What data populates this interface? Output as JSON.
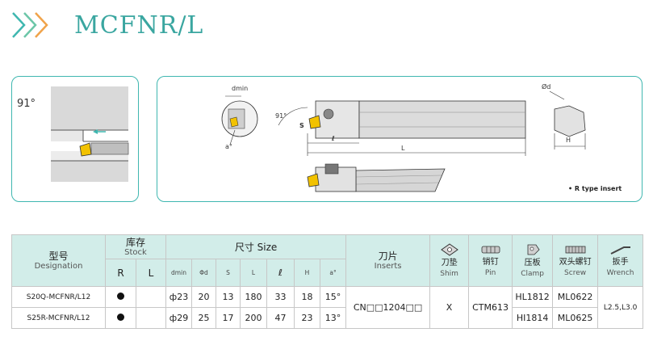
{
  "header": {
    "title": "MCFNR/L"
  },
  "diagram": {
    "approach_angle": "91°",
    "labels": {
      "dmin": "dmin",
      "angle": "91°",
      "s": "S",
      "a": "a°",
      "l": "ℓ",
      "L": "L",
      "od": "Ød",
      "h": "H"
    },
    "note": "• R type insert"
  },
  "table": {
    "headers": {
      "designation_cn": "型号",
      "designation_en": "Designation",
      "stock_cn": "库存",
      "stock_en": "Stock",
      "size_label": "尺寸 Size",
      "inserts_cn": "刀片",
      "inserts_en": "Inserts",
      "shim_cn": "刀垫",
      "shim_en": "Shim",
      "pin_cn": "销钉",
      "pin_en": "Pin",
      "clamp_cn": "压板",
      "clamp_en": "Clamp",
      "screw_cn": "双头螺钉",
      "screw_en": "Screw",
      "wrench_cn": "扳手",
      "wrench_en": "Wrench",
      "stock_r": "R",
      "stock_l": "L",
      "dmin": "dmin",
      "phid": "Φd",
      "s": "S",
      "L": "L",
      "l": "ℓ",
      "h": "H",
      "a": "a°"
    },
    "rows": [
      {
        "designation": "S20Q-MCFNR/L12",
        "stock_r": true,
        "stock_l": false,
        "dmin": "ф23",
        "d": "20",
        "s": "13",
        "L": "180",
        "l": "33",
        "h": "18",
        "a": "15°",
        "clamp": "HL1812",
        "screw": "ML0622"
      },
      {
        "designation": "S25R-MCFNR/L12",
        "stock_r": true,
        "stock_l": false,
        "dmin": "ф29",
        "d": "25",
        "s": "17",
        "L": "200",
        "l": "47",
        "h": "23",
        "a": "13°",
        "clamp": "HI1814",
        "screw": "ML0625"
      }
    ],
    "shared": {
      "insert": "CN□□1204□□",
      "shim": "X",
      "pin": "CTM613",
      "wrench": "L2.5,L3.0"
    }
  }
}
